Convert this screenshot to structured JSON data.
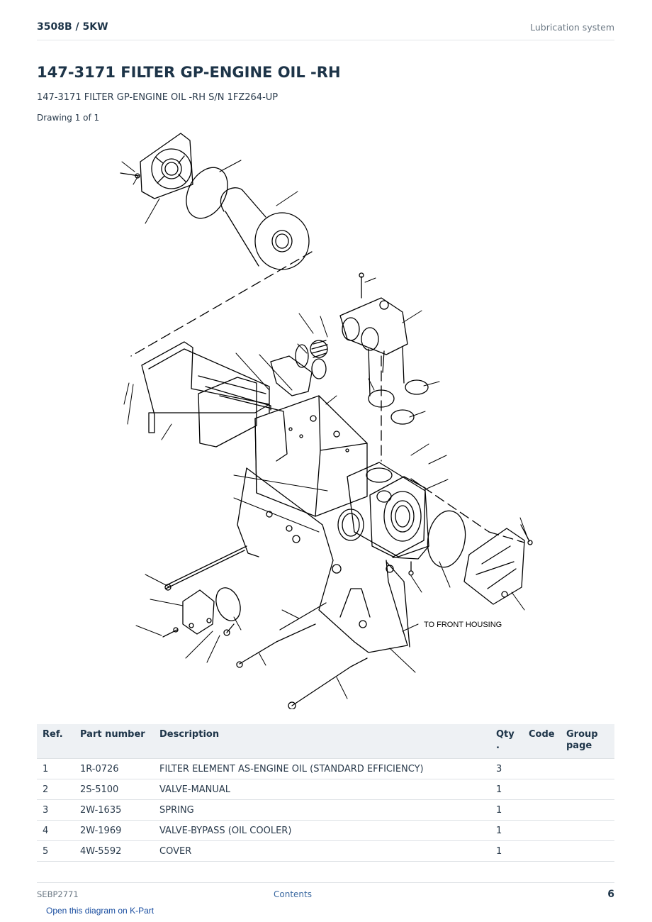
{
  "header": {
    "model": "3508B  /  5KW",
    "section": "Lubrication system"
  },
  "title": "147-3171 FILTER GP-ENGINE OIL -RH",
  "subtitle": "147-3171 FILTER GP-ENGINE OIL -RH S/N 1FZ264-UP",
  "drawing_of": "Drawing 1 of 1",
  "diagram": {
    "callout": "TO FRONT HOUSING"
  },
  "parts_table": {
    "headers": [
      "Ref.",
      "Part number",
      "Description",
      "Qty\n.",
      "Code",
      "Group\npage"
    ],
    "rows": [
      [
        "1",
        "1R-0726",
        "FILTER ELEMENT AS-ENGINE OIL (STANDARD EFFICIENCY)",
        "3",
        "",
        ""
      ],
      [
        "2",
        "2S-5100",
        "VALVE-MANUAL",
        "1",
        "",
        ""
      ],
      [
        "3",
        "2W-1635",
        "SPRING",
        "1",
        "",
        ""
      ],
      [
        "4",
        "2W-1969",
        "VALVE-BYPASS (OIL COOLER)",
        "1",
        "",
        ""
      ],
      [
        "5",
        "4W-5592",
        "COVER",
        "1",
        "",
        ""
      ]
    ]
  },
  "footer": {
    "doc_id": "SEBP2771",
    "contents_link": "Contents",
    "page_number": "6"
  },
  "kpart_link": "Open this diagram on K-Part"
}
